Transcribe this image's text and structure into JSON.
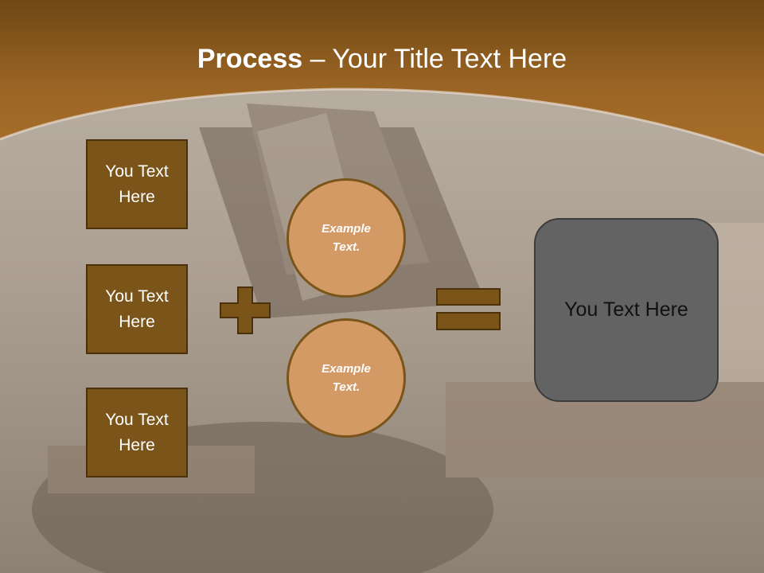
{
  "title": {
    "bold": "Process",
    "rest": " – Your Title Text Here"
  },
  "inputs": [
    "You Text Here",
    "You Text Here",
    "You Text Here"
  ],
  "operands": [
    "Example Text.",
    "Example Text."
  ],
  "operators": {
    "plus": "plus-icon",
    "equals": "equals-icon"
  },
  "result": "You Text Here",
  "colors": {
    "header_brown": "#8c5a1c",
    "box_brown": "#7a5418",
    "circle_tan": "#d39a66",
    "result_gray": "#636363"
  }
}
